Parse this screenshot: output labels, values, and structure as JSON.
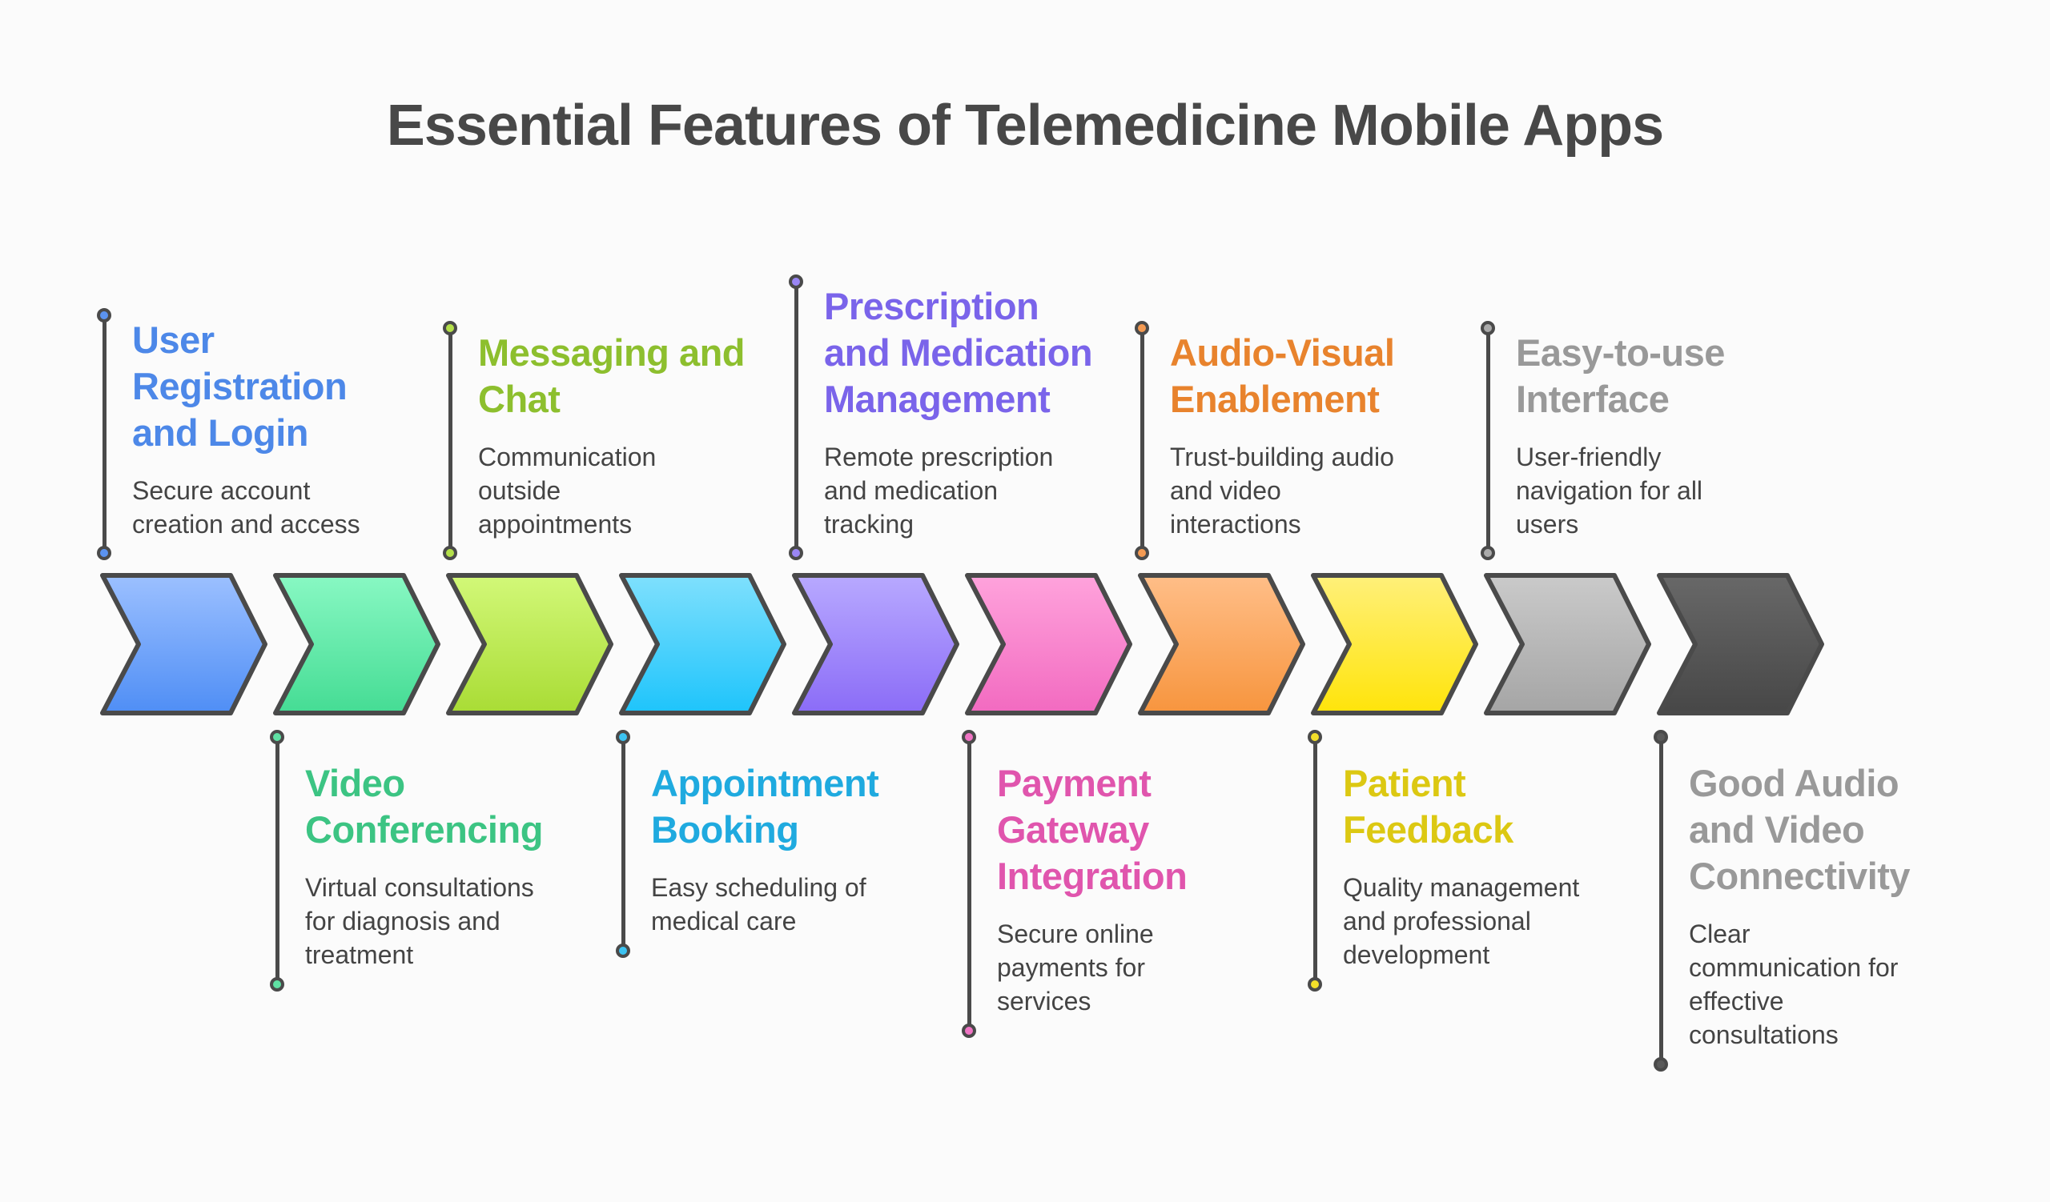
{
  "title": "Essential Features of Telemedicine Mobile Apps",
  "colors": {
    "background": "#fbfbfb",
    "outline": "#4a4a4a",
    "title_text": "#484848",
    "desc_text": "#444444"
  },
  "steps": [
    {
      "index": 1,
      "position": "top",
      "title_lines": [
        "User",
        "Registration",
        "and Login"
      ],
      "title": "User Registration and Login",
      "description_lines": [
        "Secure account",
        "creation and access"
      ],
      "description": "Secure account creation and access",
      "text_color": "#4d88e8",
      "fill_top": "#9cc0ff",
      "fill_bottom": "#4f8ef5",
      "dot_color": "#5b93f0"
    },
    {
      "index": 2,
      "position": "bottom",
      "title_lines": [
        "Video",
        "Conferencing"
      ],
      "title": "Video Conferencing",
      "description_lines": [
        "Virtual consultations",
        "for diagnosis and",
        "treatment"
      ],
      "description": "Virtual consultations for diagnosis and treatment",
      "text_color": "#3cc483",
      "fill_top": "#88f8c3",
      "fill_bottom": "#45dc94",
      "dot_color": "#5fe0a3"
    },
    {
      "index": 3,
      "position": "top",
      "title_lines": [
        "Messaging and",
        "Chat"
      ],
      "title": "Messaging and Chat",
      "description_lines": [
        "Communication",
        "outside",
        "appointments"
      ],
      "description": "Communication outside appointments",
      "text_color": "#8dbf2e",
      "fill_top": "#d2f878",
      "fill_bottom": "#a9dc35",
      "dot_color": "#b4e04a"
    },
    {
      "index": 4,
      "position": "bottom",
      "title_lines": [
        "Appointment",
        "Booking"
      ],
      "title": "Appointment Booking",
      "description_lines": [
        "Easy scheduling of",
        "medical care"
      ],
      "description": "Easy scheduling of medical care",
      "text_color": "#1faadf",
      "fill_top": "#7fe0fd",
      "fill_bottom": "#1ec4fb",
      "dot_color": "#3cc3f2"
    },
    {
      "index": 5,
      "position": "top",
      "title_lines": [
        "Prescription",
        "and Medication",
        "Management"
      ],
      "title": "Prescription and Medication Management",
      "description_lines": [
        "Remote prescription",
        "and medication",
        "tracking"
      ],
      "description": "Remote prescription and medication tracking",
      "text_color": "#7a64ea",
      "fill_top": "#b8a9ff",
      "fill_bottom": "#8b6cf7",
      "dot_color": "#9a86f4"
    },
    {
      "index": 6,
      "position": "bottom",
      "title_lines": [
        "Payment",
        "Gateway",
        "Integration"
      ],
      "title": "Payment Gateway Integration",
      "description_lines": [
        "Secure online",
        "payments for",
        "services"
      ],
      "description": "Secure online payments for services",
      "text_color": "#e055ad",
      "fill_top": "#ffa3dc",
      "fill_bottom": "#f26ac0",
      "dot_color": "#f074c4"
    },
    {
      "index": 7,
      "position": "top",
      "title_lines": [
        "Audio-Visual",
        "Enablement"
      ],
      "title": "Audio-Visual Enablement",
      "description_lines": [
        "Trust-building audio",
        "and video",
        "interactions"
      ],
      "description": "Trust-building audio and video interactions",
      "text_color": "#e8832d",
      "fill_top": "#ffbe88",
      "fill_bottom": "#f7953e",
      "dot_color": "#f49a52"
    },
    {
      "index": 8,
      "position": "bottom",
      "title_lines": [
        "Patient",
        "Feedback"
      ],
      "title": "Patient Feedback",
      "description_lines": [
        "Quality management",
        "and professional",
        "development"
      ],
      "description": "Quality management and professional development",
      "text_color": "#dcc812",
      "fill_top": "#fff07a",
      "fill_bottom": "#ffe40a",
      "dot_color": "#f3df2a"
    },
    {
      "index": 9,
      "position": "top",
      "title_lines": [
        "Easy-to-use",
        "Interface"
      ],
      "title": "Easy-to-use Interface",
      "description_lines": [
        "User-friendly",
        "navigation for all",
        "users"
      ],
      "description": "User-friendly navigation for all users",
      "text_color": "#999999",
      "fill_top": "#cacaca",
      "fill_bottom": "#a5a5a5",
      "dot_color": "#aaaaaa"
    },
    {
      "index": 10,
      "position": "bottom",
      "title_lines": [
        "Good Audio",
        "and Video",
        "Connectivity"
      ],
      "title": "Good Audio and Video Connectivity",
      "description_lines": [
        "Clear",
        "communication for",
        "effective",
        "consultations"
      ],
      "description": "Clear communication for effective consultations",
      "text_color": "#999999",
      "fill_top": "#686868",
      "fill_bottom": "#474747",
      "dot_color": "#5a5a5a"
    }
  ]
}
